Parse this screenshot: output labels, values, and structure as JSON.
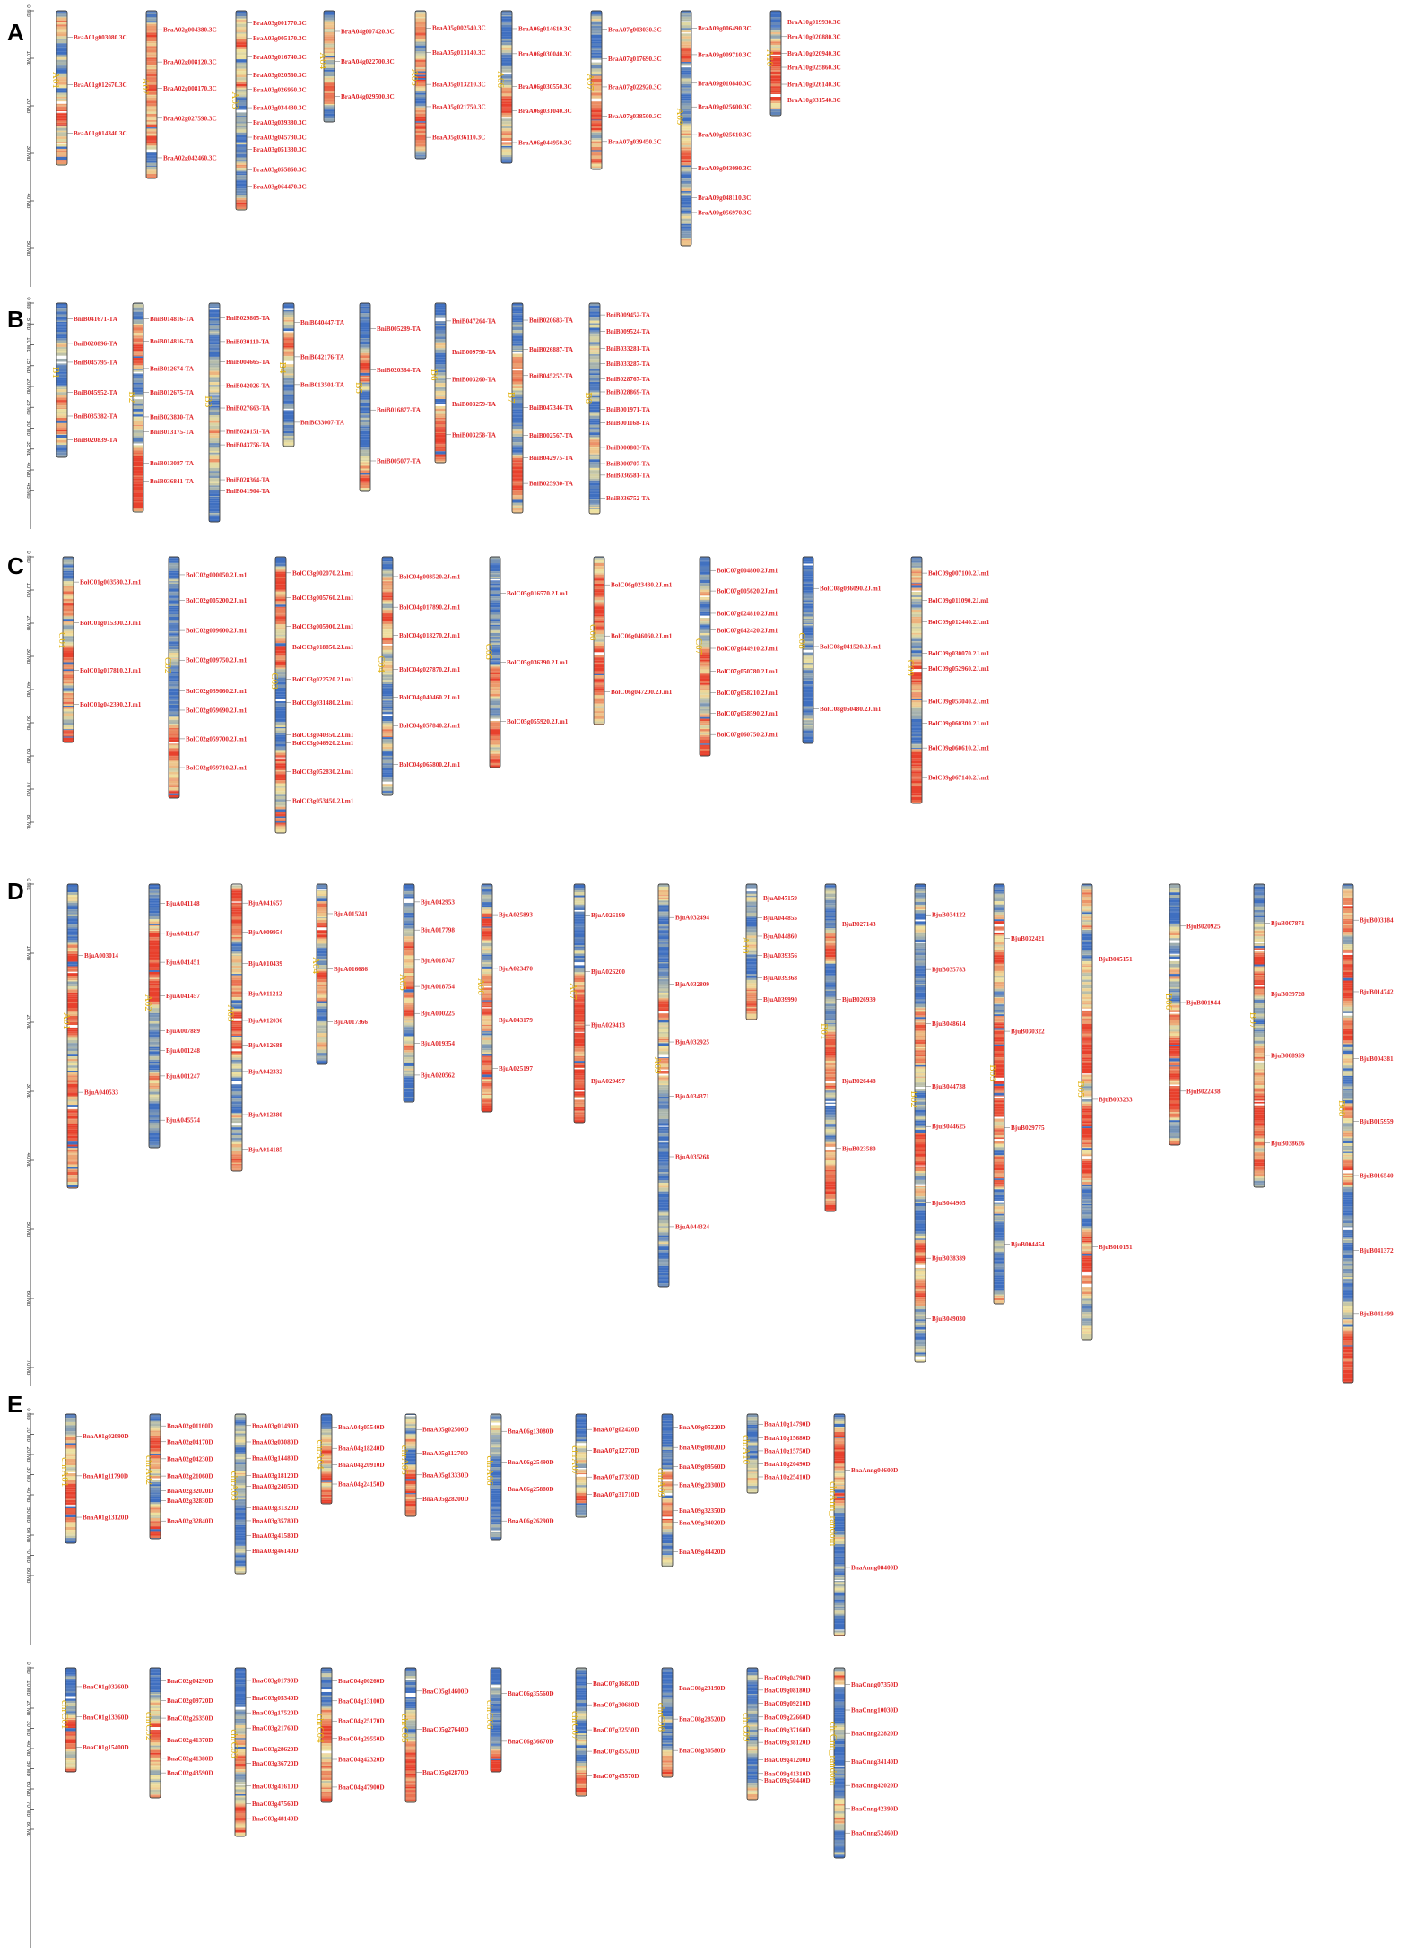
{
  "colors": {
    "label": "#e0262a",
    "chrom_label": "#e2b20c",
    "outline": "#444444",
    "heat_low": "#3f6fc0",
    "heat_mid": "#efe2a0",
    "heat_high": "#e8402c"
  },
  "panels": [
    {
      "id": "A",
      "axis": {
        "ticks": [
          "0 Mb",
          "10 Mb",
          "20 Mb",
          "30 Mb",
          "40 Mb",
          "50 Mb"
        ]
      },
      "chromosomes": [
        {
          "name": "A01",
          "genes": [
            "BraA01g003080.3C",
            "BraA01g012670.3C",
            "BraA01g014340.3C"
          ]
        },
        {
          "name": "A02",
          "genes": [
            "BraA02g004380.3C",
            "BraA02g008120.3C",
            "BraA02g008170.3C",
            "BraA02g027590.3C",
            "BraA02g042460.3C"
          ]
        },
        {
          "name": "A03",
          "genes": [
            "BraA03g001770.3C",
            "BraA03g005170.3C",
            "BraA03g016740.3C",
            "BraA03g020560.3C",
            "BraA03g026960.3C",
            "BraA03g034430.3C",
            "BraA03g039380.3C",
            "BraA03g045730.3C",
            "BraA03g051330.3C",
            "BraA03g055860.3C",
            "BraA03g064470.3C"
          ]
        },
        {
          "name": "A04",
          "genes": [
            "BraA04g007420.3C",
            "BraA04g022700.3C",
            "BraA04g029500.3C"
          ]
        },
        {
          "name": "A05",
          "genes": [
            "BraA05g002540.3C",
            "BraA05g013140.3C",
            "BraA05g013210.3C",
            "BraA05g021750.3C",
            "BraA05g036110.3C"
          ]
        },
        {
          "name": "A06",
          "genes": [
            "BraA06g014610.3C",
            "BraA06g030040.3C",
            "BraA06g030550.3C",
            "BraA06g031040.3C",
            "BraA06g044950.3C"
          ]
        },
        {
          "name": "A07",
          "genes": [
            "BraA07g003030.3C",
            "BraA07g017690.3C",
            "BraA07g022920.3C",
            "BraA07g038500.3C",
            "BraA07g039450.3C"
          ]
        },
        {
          "name": "A09",
          "genes": [
            "BraA09g006490.3C",
            "BraA09g009710.3C",
            "BraA09g010840.3C",
            "BraA09g025600.3C",
            "BraA09g025610.3C",
            "BraA09g043090.3C",
            "BraA09g048110.3C",
            "BraA09g056970.3C"
          ]
        },
        {
          "name": "A10",
          "genes": [
            "BraA10g019930.3C",
            "BraA10g020880.3C",
            "BraA10g020940.3C",
            "BraA10g025860.3C",
            "BraA10g026140.3C",
            "BraA10g031540.3C"
          ]
        }
      ]
    },
    {
      "id": "B",
      "axis": {
        "ticks": [
          "0 Mb",
          "5 Mb",
          "10 Mb",
          "15 Mb",
          "20 Mb",
          "25 Mb",
          "30 Mb",
          "35 Mb",
          "40 Mb",
          "45 Mb"
        ]
      },
      "chromosomes": [
        {
          "name": "B1",
          "genes": [
            "BniB041671-TA",
            "BniB020896-TA",
            "BniB045795-TA",
            "BniB045952-TA",
            "BniB035382-TA",
            "BniB020839-TA"
          ]
        },
        {
          "name": "B2",
          "genes": [
            "BniB014816-TA",
            "BniB014816-TA",
            "BniB012674-TA",
            "BniB012675-TA",
            "BniB023830-TA",
            "BniB013175-TA",
            "BniB013087-TA",
            "BniB036841-TA"
          ]
        },
        {
          "name": "B3",
          "genes": [
            "BniB029805-TA",
            "BniB030110-TA",
            "BniB004665-TA",
            "BniB042026-TA",
            "BniB027663-TA",
            "BniB028151-TA",
            "BniB043756-TA",
            "BniB028364-TA",
            "BniB041904-TA"
          ]
        },
        {
          "name": "B4",
          "genes": [
            "BniB040447-TA",
            "BniB042176-TA",
            "BniB013501-TA",
            "BniB033007-TA"
          ]
        },
        {
          "name": "B5",
          "genes": [
            "BniB005289-TA",
            "BniB020384-TA",
            "BniB016877-TA",
            "BniB005077-TA"
          ]
        },
        {
          "name": "B6",
          "genes": [
            "BniB047264-TA",
            "BniB009790-TA",
            "BniB003260-TA",
            "BniB003259-TA",
            "BniB003258-TA"
          ]
        },
        {
          "name": "B7",
          "genes": [
            "BniB020683-TA",
            "BniB026887-TA",
            "BniB045257-TA",
            "BniB047346-TA",
            "BniB002567-TA",
            "BniB042975-TA",
            "BniB025930-TA"
          ]
        },
        {
          "name": "B8",
          "genes": [
            "BniB009452-TA",
            "BniB009524-TA",
            "BniB033281-TA",
            "BniB033287-TA",
            "BniB028767-TA",
            "BniB028869-TA",
            "BniB001971-TA",
            "BniB001168-TA",
            "BniB000803-TA",
            "BniB000707-TA",
            "BniB036581-TA",
            "BniB036752-TA"
          ]
        }
      ]
    },
    {
      "id": "C",
      "axis": {
        "ticks": [
          "0 Mb",
          "10 Mb",
          "20 Mb",
          "30 Mb",
          "40 Mb",
          "50 Mb",
          "60 Mb",
          "70 Mb",
          "80 Mb"
        ]
      },
      "chromosomes": [
        {
          "name": "C01",
          "genes": [
            "BolC01g003580.2J.m1",
            "BolC01g015300.2J.m1",
            "BolC01g017810.2J.m1",
            "BolC01g042390.2J.m1"
          ]
        },
        {
          "name": "C02",
          "genes": [
            "BolC02g000050.2J.m1",
            "BolC02g005200.2J.m1",
            "BolC02g009600.2J.m1",
            "BolC02g009750.2J.m1",
            "BolC02g039060.2J.m1",
            "BolC02g059690.2J.m1",
            "BolC02g059700.2J.m1",
            "BolC02g059710.2J.m1"
          ]
        },
        {
          "name": "C03",
          "genes": [
            "BolC03g002070.2J.m1",
            "BolC03g005760.2J.m1",
            "BolC03g005900.2J.m1",
            "BolC03g018850.2J.m1",
            "BolC03g022520.2J.m1",
            "BolC03g031480.2J.m1",
            "BolC03g040350.2J.m1",
            "BolC03g046920.2J.m1",
            "BolC03g052830.2J.m1",
            "BolC03g053450.2J.m1"
          ]
        },
        {
          "name": "C04",
          "genes": [
            "BolC04g003520.2J.m1",
            "BolC04g017890.2J.m1",
            "BolC04g018270.2J.m1",
            "BolC04g027870.2J.m1",
            "BolC04g040460.2J.m1",
            "BolC04g057840.2J.m1",
            "BolC04g065800.2J.m1"
          ]
        },
        {
          "name": "C05",
          "genes": [
            "BolC05g016570.2J.m1",
            "BolC05g036390.2J.m1",
            "BolC05g055920.2J.m1"
          ]
        },
        {
          "name": "C06",
          "genes": [
            "BolC06g023430.2J.m1",
            "BolC06g046060.2J.m1",
            "BolC06g047200.2J.m1"
          ]
        },
        {
          "name": "C07",
          "genes": [
            "BolC07g004800.2J.m1",
            "BolC07g005620.2J.m1",
            "BolC07g024810.2J.m1",
            "BolC07g042420.2J.m1",
            "BolC07g044910.2J.m1",
            "BolC07g050780.2J.m1",
            "BolC07g058210.2J.m1",
            "BolC07g058590.2J.m1",
            "BolC07g060750.2J.m1"
          ]
        },
        {
          "name": "C08",
          "genes": [
            "BolC08g036090.2J.m1",
            "BolC08g041520.2J.m1",
            "BolC08g050480.2J.m1"
          ]
        },
        {
          "name": "C09",
          "genes": [
            "BolC09g007100.2J.m1",
            "BolC09g011090.2J.m1",
            "BolC09g012440.2J.m1",
            "BolC09g030070.2J.m1",
            "BolC09g052960.2J.m1",
            "BolC09g053040.2J.m1",
            "BolC09g060300.2J.m1",
            "BolC09g060610.2J.m1",
            "BolC09g067140.2J.m1"
          ]
        }
      ]
    },
    {
      "id": "D",
      "axis": {
        "ticks": [
          "0 Mb",
          "10 Mb",
          "20 Mb",
          "30 Mb",
          "40 Mb",
          "50 Mb",
          "60 Mb",
          "70 Mb"
        ]
      },
      "chromosomes": [
        {
          "name": "A01",
          "genes": [
            "BjuA003014",
            "BjuA040533"
          ]
        },
        {
          "name": "A02",
          "genes": [
            "BjuA041148",
            "BjuA041147",
            "BjuA041451",
            "BjuA041457",
            "BjuA007889",
            "BjuA001248",
            "BjuA001247",
            "BjuA045574"
          ]
        },
        {
          "name": "A03",
          "genes": [
            "BjuA041657",
            "BjuA009954",
            "BjuA010439",
            "BjuA011212",
            "BjuA012036",
            "BjuA012688",
            "BjuA042332",
            "BjuA012380",
            "BjuA014185"
          ]
        },
        {
          "name": "A04",
          "genes": [
            "BjuA015241",
            "BjuA016686",
            "BjuA017366"
          ]
        },
        {
          "name": "A05",
          "genes": [
            "BjuA042953",
            "BjuA017798",
            "BjuA018747",
            "BjuA018754",
            "BjuA000225",
            "BjuA019354",
            "BjuA020562"
          ]
        },
        {
          "name": "A06",
          "genes": [
            "BjuA025893",
            "BjuA023470",
            "BjuA043179",
            "BjuA025197"
          ]
        },
        {
          "name": "A07",
          "genes": [
            "BjuA026199",
            "BjuA026200",
            "BjuA029413",
            "BjuA029497"
          ]
        },
        {
          "name": "A09",
          "genes": [
            "BjuA032494",
            "BjuA032809",
            "BjuA032925",
            "BjuA034371",
            "BjuA035268",
            "BjuA044324"
          ]
        },
        {
          "name": "A10",
          "genes": [
            "BjuA047159",
            "BjuA044855",
            "BjuA044860",
            "BjuA039356",
            "BjuA039368",
            "BjuA039990"
          ]
        },
        {
          "name": "B01",
          "genes": [
            "BjuB027143",
            "BjuB026939",
            "BjuB026448",
            "BjuB023580"
          ]
        },
        {
          "name": "B02",
          "genes": [
            "BjuB034122",
            "BjuB035783",
            "BjuB048614",
            "BjuB044738",
            "BjuB044625",
            "BjuB044905",
            "BjuB038389",
            "BjuB049030"
          ]
        },
        {
          "name": "B03",
          "genes": [
            "BjuB032421",
            "BjuB030322",
            "BjuB029775",
            "BjuB004454"
          ]
        },
        {
          "name": "B05",
          "genes": [
            "BjuB045151",
            "BjuB003233",
            "BjuB010151"
          ]
        },
        {
          "name": "B06",
          "genes": [
            "BjuB020925",
            "BjuB001944",
            "BjuB022438"
          ]
        },
        {
          "name": "B07",
          "genes": [
            "BjuB007871",
            "BjuB039728",
            "BjuB008959",
            "BjuB038626"
          ]
        },
        {
          "name": "B08",
          "genes": [
            "BjuB003184",
            "BjuB014742",
            "BjuB004381",
            "BjuB015959",
            "BjuB016540",
            "BjuB041372",
            "BjuB041499"
          ]
        }
      ]
    },
    {
      "id": "E",
      "axis": {
        "ticks": [
          "0 Mb",
          "10 Mb",
          "20 Mb",
          "30 Mb",
          "40 Mb",
          "50 Mb",
          "60 Mb",
          "70 Mb",
          "80 Mb"
        ]
      },
      "rows": [
        [
          {
            "name": "chrA01",
            "genes": [
              "BnaA01g02090D",
              "BnaA01g11790D",
              "BnaA01g13120D"
            ]
          },
          {
            "name": "chrA02",
            "genes": [
              "BnaA02g01160D",
              "BnaA02g04170D",
              "BnaA02g04230D",
              "BnaA02g21060D",
              "BnaA02g32020D",
              "BnaA02g32830D",
              "BnaA02g32840D"
            ]
          },
          {
            "name": "chrA03",
            "genes": [
              "BnaA03g01490D",
              "BnaA03g03080D",
              "BnaA03g14480D",
              "BnaA03g18120D",
              "BnaA03g24050D",
              "BnaA03g31320D",
              "BnaA03g35780D",
              "BnaA03g41580D",
              "BnaA03g46140D"
            ]
          },
          {
            "name": "chrA04",
            "genes": [
              "BnaA04g05540D",
              "BnaA04g18240D",
              "BnaA04g20910D",
              "BnaA04g24150D"
            ]
          },
          {
            "name": "chrA05",
            "genes": [
              "BnaA05g02500D",
              "BnaA05g11270D",
              "BnaA05g13330D",
              "BnaA05g28200D"
            ]
          },
          {
            "name": "chrA06",
            "genes": [
              "BnaA06g13080D",
              "BnaA06g25490D",
              "BnaA06g25880D",
              "BnaA06g26290D"
            ]
          },
          {
            "name": "chrA07",
            "genes": [
              "BnaA07g02420D",
              "BnaA07g12770D",
              "BnaA07g17350D",
              "BnaA07g31710D"
            ]
          },
          {
            "name": "chrA09",
            "genes": [
              "BnaA09g05220D",
              "BnaA09g08020D",
              "BnaA09g09560D",
              "BnaA09g20300D",
              "BnaA09g32350D",
              "BnaA09g34020D",
              "BnaA09g44420D"
            ]
          },
          {
            "name": "chrA10",
            "genes": [
              "BnaA10g14790D",
              "BnaA10g15680D",
              "BnaA10g15750D",
              "BnaA10g20490D",
              "BnaA10g25410D"
            ]
          },
          {
            "name": "chrAnn_random",
            "genes": [
              "BnaAnng04600D",
              "BnaAnng08400D"
            ]
          }
        ],
        [
          {
            "name": "chrC01",
            "genes": [
              "BnaC01g03260D",
              "BnaC01g13360D",
              "BnaC01g15400D"
            ]
          },
          {
            "name": "chrC02",
            "genes": [
              "BnaC02g04290D",
              "BnaC02g09720D",
              "BnaC02g26350D",
              "BnaC02g41370D",
              "BnaC02g41380D",
              "BnaC02g43590D"
            ]
          },
          {
            "name": "chrC03",
            "genes": [
              "BnaC03g01790D",
              "BnaC03g05340D",
              "BnaC03g17520D",
              "BnaC03g21760D",
              "BnaC03g28620D",
              "BnaC03g36720D",
              "BnaC03g41610D",
              "BnaC03g47560D",
              "BnaC03g48140D"
            ]
          },
          {
            "name": "chrC04",
            "genes": [
              "BnaC04g00260D",
              "BnaC04g13100D",
              "BnaC04g25170D",
              "BnaC04g29550D",
              "BnaC04g42320D",
              "BnaC04g47900D"
            ]
          },
          {
            "name": "chrC05",
            "genes": [
              "BnaC05g14600D",
              "BnaC05g27640D",
              "BnaC05g42870D"
            ]
          },
          {
            "name": "chrC06",
            "genes": [
              "BnaC06g35560D",
              "BnaC06g36670D"
            ]
          },
          {
            "name": "chrC07",
            "genes": [
              "BnaC07g16820D",
              "BnaC07g30680D",
              "BnaC07g32550D",
              "BnaC07g45520D",
              "BnaC07g45570D"
            ]
          },
          {
            "name": "chrC08",
            "genes": [
              "BnaC08g23190D",
              "BnaC08g28520D",
              "BnaC08g30580D"
            ]
          },
          {
            "name": "chrC09",
            "genes": [
              "BnaC09g04790D",
              "BnaC09g08180D",
              "BnaC09g09210D",
              "BnaC09g22660D",
              "BnaC09g37160D",
              "BnaC09g38120D",
              "BnaC09g41200D",
              "BnaC09g41310D",
              "BnaC09g50440D"
            ]
          },
          {
            "name": "chrCnn_random",
            "genes": [
              "BnaCnng07350D",
              "BnaCnng10030D",
              "BnaCnng22820D",
              "BnaCnng34140D",
              "BnaCnng42020D",
              "BnaCnng42390D",
              "BnaCnng52460D"
            ]
          }
        ]
      ]
    }
  ]
}
